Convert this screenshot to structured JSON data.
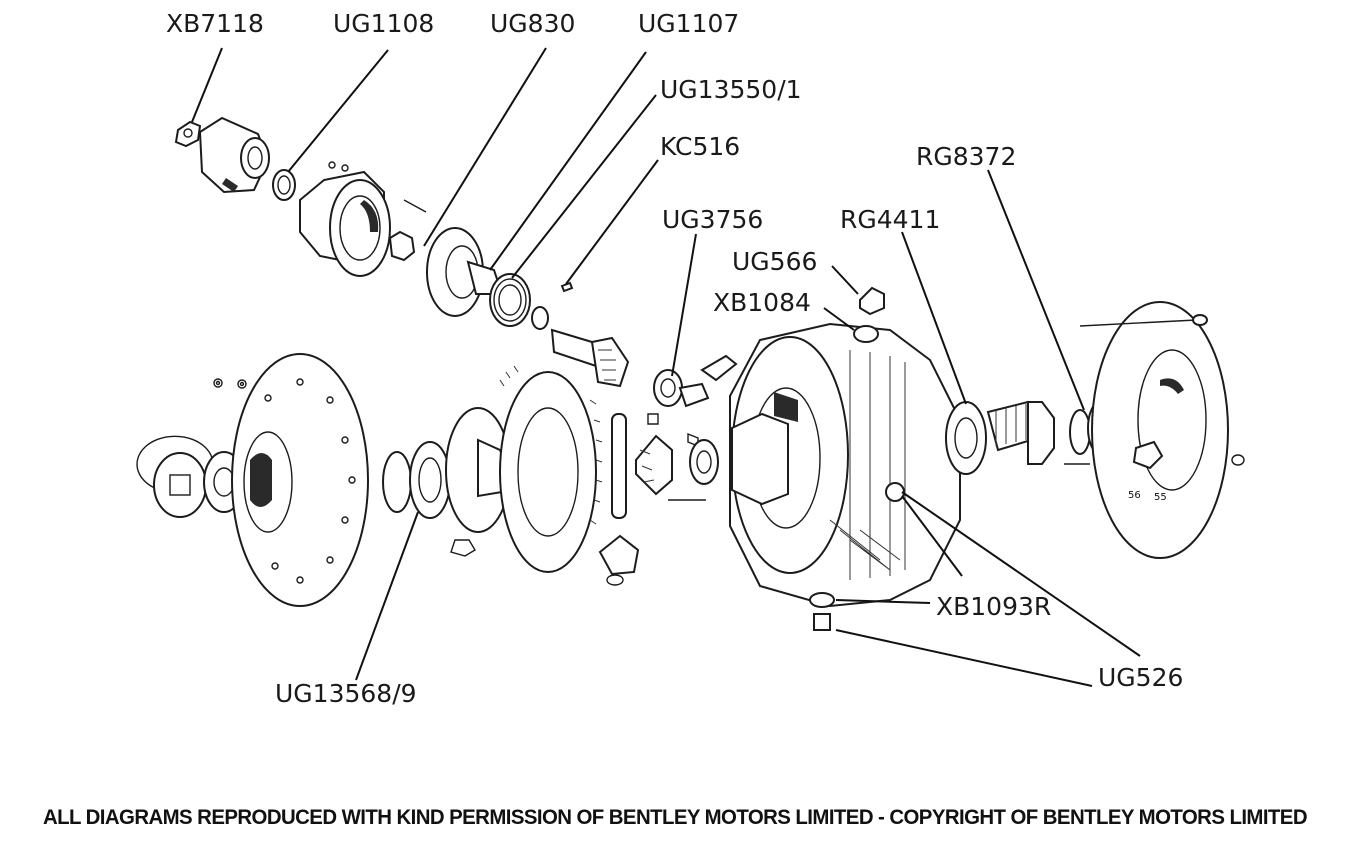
{
  "diagram": {
    "callouts": [
      {
        "id": "XB7118",
        "label": "XB7118"
      },
      {
        "id": "UG1108",
        "label": "UG1108"
      },
      {
        "id": "UG830",
        "label": "UG830"
      },
      {
        "id": "UG1107",
        "label": "UG1107"
      },
      {
        "id": "UG13550_1",
        "label": "UG13550/1"
      },
      {
        "id": "KC516",
        "label": "KC516"
      },
      {
        "id": "RG8372",
        "label": "RG8372"
      },
      {
        "id": "UG3756",
        "label": "UG3756"
      },
      {
        "id": "RG4411",
        "label": "RG4411"
      },
      {
        "id": "UG566",
        "label": "UG566"
      },
      {
        "id": "XB1084",
        "label": "XB1084"
      },
      {
        "id": "XB1093R",
        "label": "XB1093R"
      },
      {
        "id": "UG526",
        "label": "UG526"
      },
      {
        "id": "UG13568_9",
        "label": "UG13568/9"
      }
    ],
    "shim_marks": [
      "56",
      "55"
    ]
  },
  "footer": {
    "notice": "ALL DIAGRAMS REPRODUCED WITH KIND PERMISSION OF BENTLEY MOTORS LIMITED - COPYRIGHT OF BENTLEY MOTORS LIMITED"
  }
}
